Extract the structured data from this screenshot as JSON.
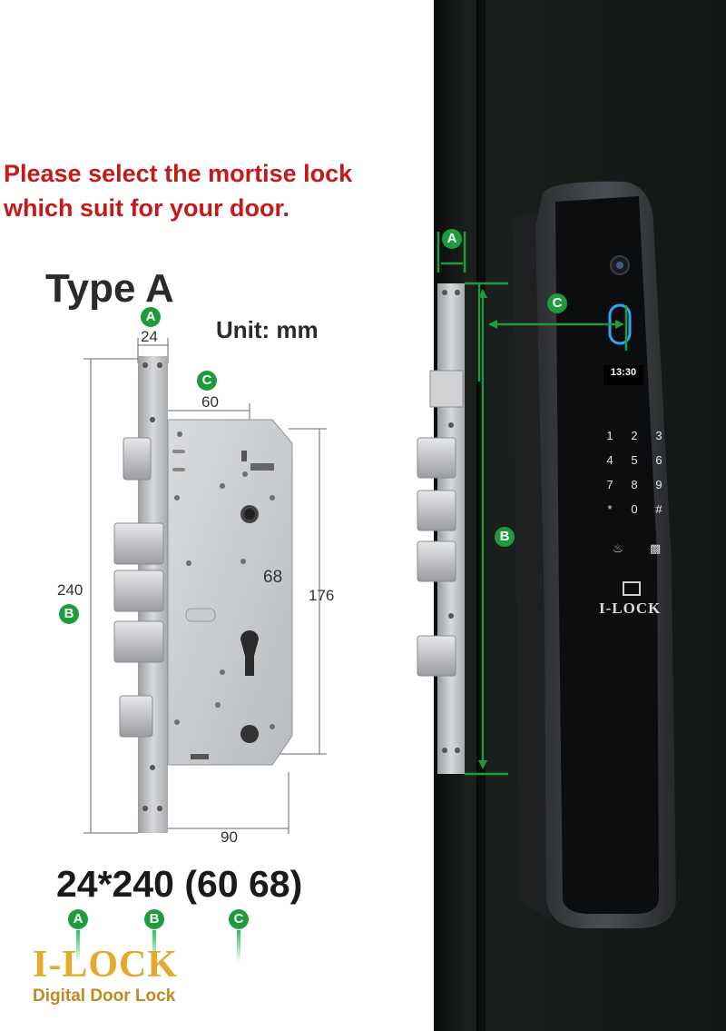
{
  "headline": {
    "line1": "Please select the mortise lock",
    "line2": "which suit for your door."
  },
  "diagram": {
    "title": "Type A",
    "unit": "Unit: mm",
    "dims": {
      "faceplate_width": "24",
      "backset": "60",
      "hole_spacing": "68",
      "height": "240",
      "case_height": "176",
      "case_depth": "90"
    }
  },
  "badges": {
    "a": "A",
    "b": "B",
    "c": "C"
  },
  "spec": "24*240 (60 68)",
  "lock": {
    "screen_time": "13:30",
    "keypad": [
      "1",
      "2",
      "3",
      "4",
      "5",
      "6",
      "7",
      "8",
      "9",
      "*",
      "0",
      "#"
    ],
    "brand_label": "I-LOCK"
  },
  "brand": {
    "logo": "I-LOCK",
    "tagline": "Digital Door Lock"
  },
  "colors": {
    "headline": "#c41a1a",
    "badge": "#1f9b3e",
    "logo": "#e4a92a",
    "door": "#111513"
  }
}
